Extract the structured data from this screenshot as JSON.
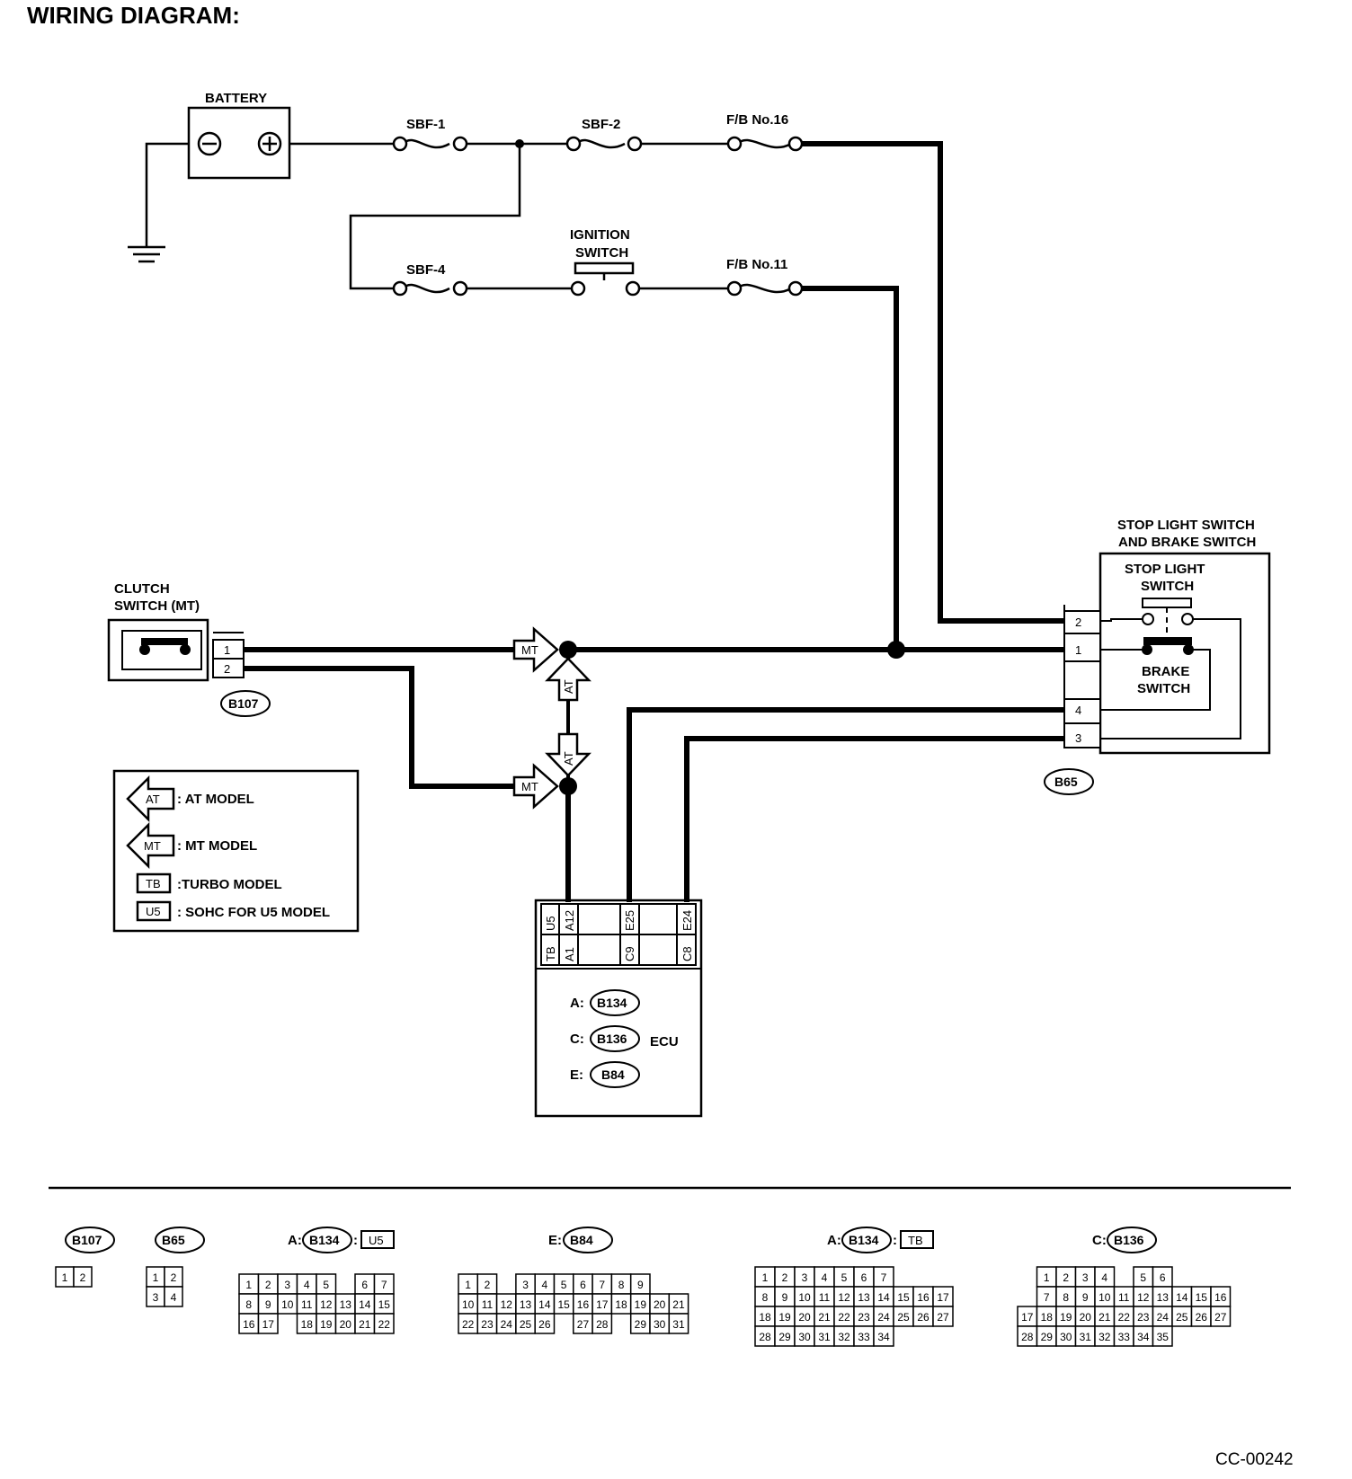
{
  "title": "WIRING DIAGRAM:",
  "figure_id": "CC-00242",
  "power": {
    "battery": "BATTERY",
    "battery_neg": "⊖",
    "battery_pos": "⊕",
    "sbf1": "SBF-1",
    "sbf2": "SBF-2",
    "sbf4": "SBF-4",
    "fb16": "F/B  No.16",
    "fb11": "F/B  No.11",
    "ignition_l1": "IGNITION",
    "ignition_l2": "SWITCH"
  },
  "clutch": {
    "label_l1": "CLUTCH",
    "label_l2": "SWITCH (MT)",
    "pins": [
      "1",
      "2"
    ],
    "connector": "B107"
  },
  "stop_switch": {
    "label_l1": "STOP LIGHT SWITCH",
    "label_l2": "AND BRAKE SWITCH",
    "inner_l1": "STOP LIGHT",
    "inner_l2": "SWITCH",
    "brake_l1": "BRAKE",
    "brake_l2": "SWITCH",
    "pins": [
      "2",
      "1",
      "4",
      "3"
    ],
    "connector": "B65"
  },
  "branch_tags": {
    "mt": "MT",
    "at": "AT"
  },
  "ecu": {
    "label": "ECU",
    "pins_top": [
      "U5",
      "A12",
      "E25",
      "E24"
    ],
    "pins_bottom": [
      "TB",
      "A1",
      "C9",
      "C8"
    ],
    "connectors": [
      {
        "prefix": "A:",
        "name": "B134"
      },
      {
        "prefix": "C:",
        "name": "B136"
      },
      {
        "prefix": "E:",
        "name": "B84"
      }
    ]
  },
  "legend": {
    "items": [
      {
        "tag": "AT",
        "text": ": AT MODEL"
      },
      {
        "tag": "MT",
        "text": ": MT MODEL"
      },
      {
        "tag": "TB",
        "text": ":TURBO MODEL"
      },
      {
        "tag": "U5",
        "text": ": SOHC FOR U5 MODEL"
      }
    ]
  },
  "connector_views": [
    {
      "prefix": "",
      "name": "B107",
      "suffix": "",
      "rows": [
        [
          "1",
          "2"
        ]
      ]
    },
    {
      "prefix": "",
      "name": "B65",
      "suffix": "",
      "rows": [
        [
          "1",
          "2"
        ],
        [
          "3",
          "4"
        ]
      ]
    },
    {
      "prefix": "A:",
      "name": "B134",
      "suffix": "U5",
      "rows": [
        [
          "1",
          "2",
          "3",
          "4",
          "5",
          "",
          "6",
          "7"
        ],
        [
          "8",
          "9",
          "10",
          "11",
          "12",
          "13",
          "14",
          "15"
        ],
        [
          "16",
          "17",
          "",
          "18",
          "19",
          "20",
          "21",
          "22"
        ]
      ]
    },
    {
      "prefix": "E:",
      "name": "B84",
      "suffix": "",
      "rows": [
        [
          "1",
          "2",
          "",
          "3",
          "4",
          "5",
          "6",
          "7",
          "8",
          "9"
        ],
        [
          "10",
          "11",
          "12",
          "13",
          "14",
          "15",
          "16",
          "17",
          "18",
          "19",
          "20",
          "21"
        ],
        [
          "22",
          "23",
          "24",
          "25",
          "26",
          "",
          "27",
          "28",
          "",
          "29",
          "30",
          "31"
        ]
      ]
    },
    {
      "prefix": "A:",
      "name": "B134",
      "suffix": "TB",
      "rows": [
        [
          "1",
          "2",
          "3",
          "4",
          "5",
          "6",
          "7"
        ],
        [
          "8",
          "9",
          "10",
          "11",
          "12",
          "13",
          "14",
          "15",
          "16",
          "17"
        ],
        [
          "18",
          "19",
          "20",
          "21",
          "22",
          "23",
          "24",
          "25",
          "26",
          "27"
        ],
        [
          "28",
          "29",
          "30",
          "31",
          "32",
          "33",
          "34"
        ]
      ]
    },
    {
      "prefix": "C:",
      "name": "B136",
      "suffix": "",
      "rows": [
        [
          "1",
          "2",
          "3",
          "4",
          "",
          "5",
          "6"
        ],
        [
          "7",
          "8",
          "9",
          "10",
          "11",
          "12",
          "13",
          "14",
          "15",
          "16"
        ],
        [
          "17",
          "18",
          "19",
          "20",
          "21",
          "22",
          "23",
          "24",
          "25",
          "26",
          "27"
        ],
        [
          "28",
          "29",
          "30",
          "31",
          "32",
          "33",
          "34",
          "35"
        ]
      ]
    }
  ]
}
